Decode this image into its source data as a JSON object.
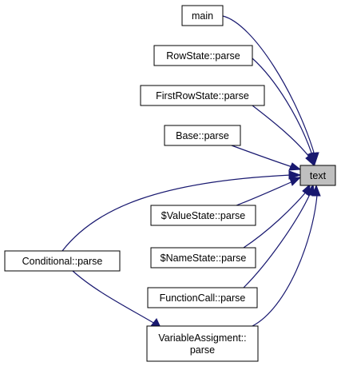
{
  "graph": {
    "target": {
      "id": "text",
      "label": "text"
    },
    "callers": [
      {
        "id": "main",
        "lines": [
          "main"
        ]
      },
      {
        "id": "rowstate",
        "lines": [
          "RowState::parse"
        ]
      },
      {
        "id": "firstrowstate",
        "lines": [
          "FirstRowState::parse"
        ]
      },
      {
        "id": "base",
        "lines": [
          "Base::parse"
        ]
      },
      {
        "id": "valuestate",
        "lines": [
          "$ValueState::parse"
        ]
      },
      {
        "id": "namestate",
        "lines": [
          "$NameState::parse"
        ]
      },
      {
        "id": "functioncall",
        "lines": [
          "FunctionCall::parse"
        ]
      },
      {
        "id": "conditional",
        "lines": [
          "Conditional::parse"
        ]
      },
      {
        "id": "variableassigment",
        "lines": [
          "VariableAssigment::",
          "parse"
        ]
      }
    ],
    "edges": [
      {
        "from": "main",
        "to": "text"
      },
      {
        "from": "rowstate",
        "to": "text"
      },
      {
        "from": "firstrowstate",
        "to": "text"
      },
      {
        "from": "base",
        "to": "text"
      },
      {
        "from": "valuestate",
        "to": "text"
      },
      {
        "from": "namestate",
        "to": "text"
      },
      {
        "from": "functioncall",
        "to": "text"
      },
      {
        "from": "variableassigment",
        "to": "text"
      },
      {
        "from": "conditional",
        "to": "text"
      },
      {
        "from": "conditional",
        "to": "variableassigment"
      }
    ],
    "colors": {
      "edge": "#191970",
      "target_fill": "#bfbfbf",
      "node_fill": "#ffffff",
      "border": "#000000"
    }
  }
}
